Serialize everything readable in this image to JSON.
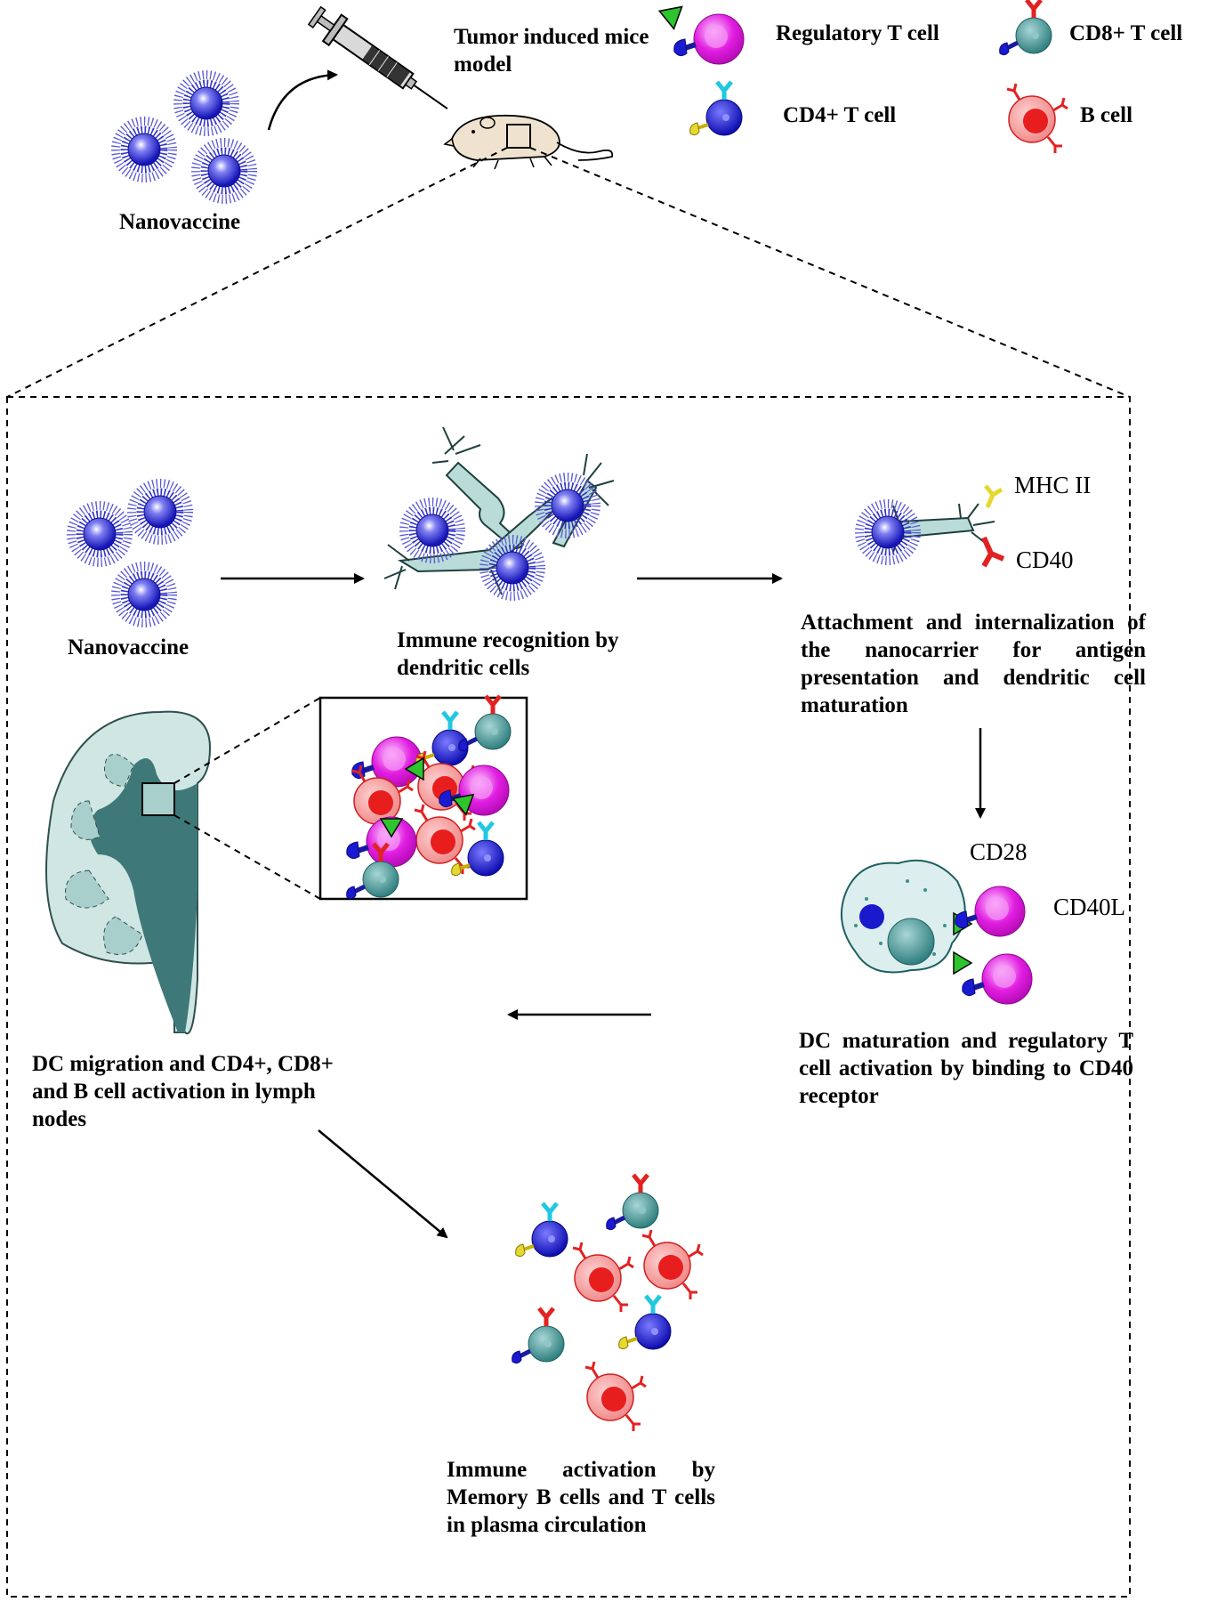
{
  "top": {
    "nanovaccine_label": "Nanovaccine",
    "mouse_label": "Tumor induced mice model"
  },
  "legend": {
    "regulatory_t": "Regulatory T cell",
    "cd8_t": "CD8+ T cell",
    "cd4_t": "CD4+ T cell",
    "b_cell": "B cell"
  },
  "panel": {
    "nanovaccine_label": "Nanovaccine",
    "immune_recognition": "Immune recognition by dendritic cells",
    "mhc_label": "MHC II",
    "cd40_label": "CD40",
    "attachment_text": "Attachment and internalization of the nanocarrier for antigen presentation and dendritic cell maturation",
    "cd28_label": "CD28",
    "cd40l_label": "CD40L",
    "dc_maturation_text": "DC maturation and regulatory T cell activation by binding to CD40 receptor",
    "dc_migration_text": "DC migration and CD4+, CD8+ and B cell activation in lymph nodes",
    "immune_activation_text": "Immune activation by Memory B cells and T cells in plasma circulation"
  },
  "colors": {
    "nanoparticle_core": "#1f1fd6",
    "nanoparticle_halo": "#2f2fc8",
    "regulatory_t": "#e11ee1",
    "cd8_t": "#3f8f8f",
    "cd4_t": "#1a1acc",
    "b_cell": "#e81e1e",
    "antigen_triangle": "#2ec42e",
    "dendritic_cell": "#b9dcd8",
    "lymph_node": "#cfe6e3",
    "lymph_core": "#3f7878"
  }
}
